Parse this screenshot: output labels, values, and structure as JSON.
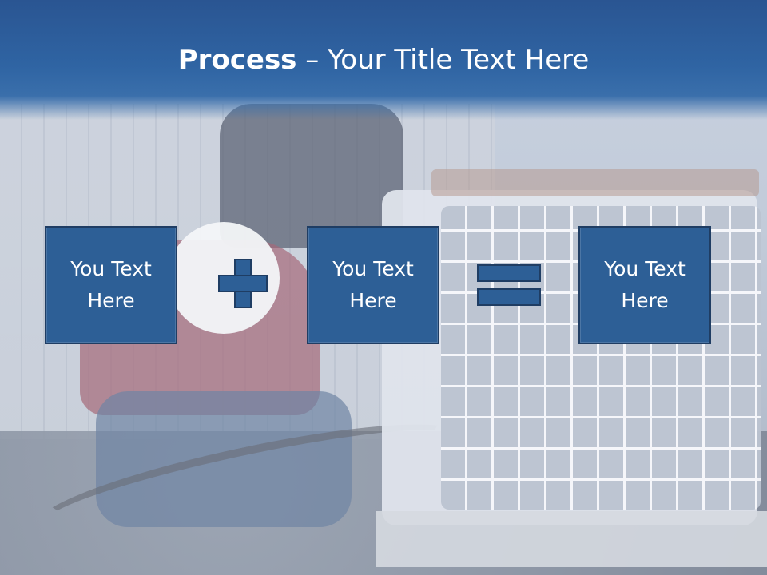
{
  "slide": {
    "title_bold": "Process",
    "title_rest": " – Your Title Text Here",
    "boxes": [
      {
        "text": "You Text\nHere"
      },
      {
        "text": "You Text\nHere"
      },
      {
        "text": "You Text\nHere"
      }
    ],
    "operators": [
      "plus-icon",
      "equals-icon"
    ],
    "colors": {
      "title_band": "#2f64a3",
      "box_fill": "#2d5f96",
      "box_border": "#1f3d63",
      "text": "#ffffff"
    }
  }
}
